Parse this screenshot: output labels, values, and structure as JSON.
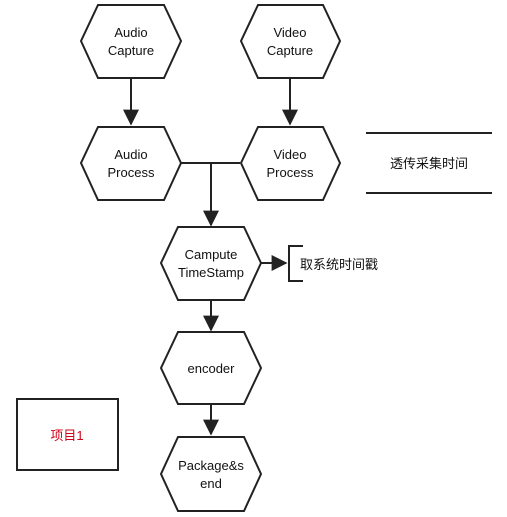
{
  "diagram": {
    "nodes": [
      {
        "id": "audio-capture",
        "lines": [
          "Audio",
          "Capture"
        ]
      },
      {
        "id": "video-capture",
        "lines": [
          "Video",
          "Capture"
        ]
      },
      {
        "id": "audio-process",
        "lines": [
          "Audio",
          "Process"
        ]
      },
      {
        "id": "video-process",
        "lines": [
          "Video",
          "Process"
        ]
      },
      {
        "id": "compute-timestamp",
        "lines": [
          "Campute",
          "TimeStamp"
        ]
      },
      {
        "id": "encoder",
        "lines": [
          "encoder"
        ]
      },
      {
        "id": "package-send",
        "lines": [
          "Package&s",
          "end"
        ]
      }
    ],
    "annotations": {
      "pass_capture_time": "透传采集时间",
      "system_timestamp": "取系统时间戳"
    },
    "item_box": {
      "label": "项目1",
      "color": "#d0021b"
    },
    "colors": {
      "stroke": "#222222",
      "fill": "#ffffff",
      "text": "#111111"
    }
  }
}
